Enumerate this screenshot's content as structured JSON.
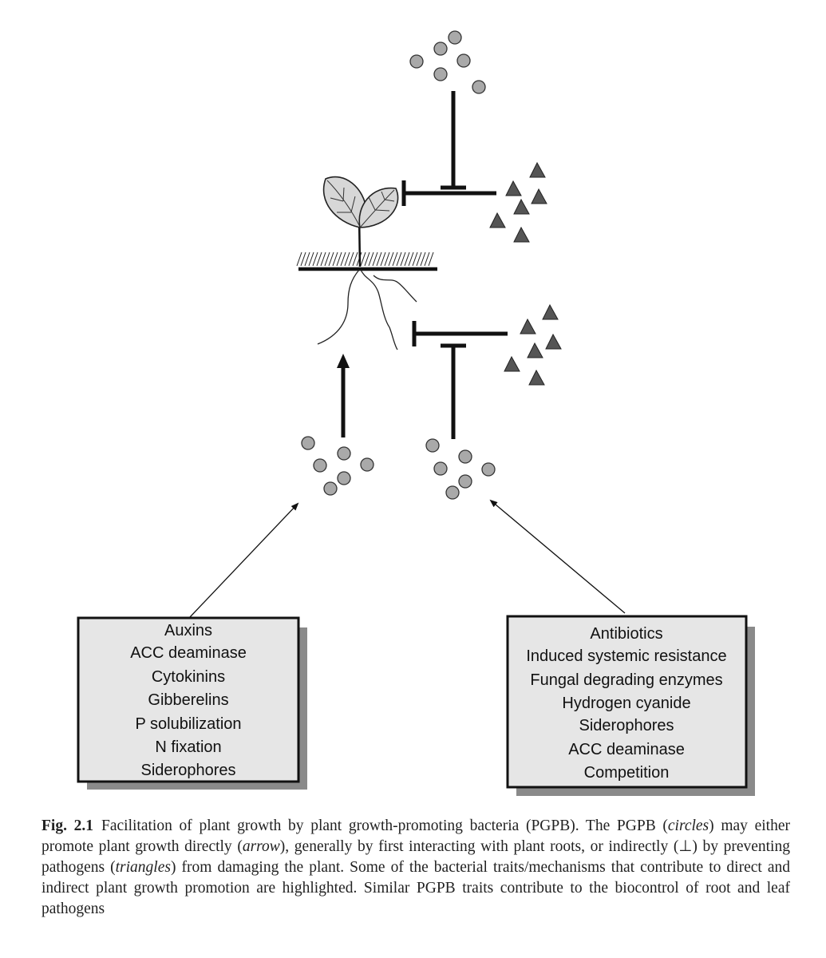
{
  "left_box": {
    "items": [
      "Auxins",
      "ACC deaminase",
      "Cytokinins",
      "Gibberelins",
      "P solubilization",
      "N fixation",
      "Siderophores"
    ]
  },
  "right_box": {
    "items": [
      "Antibiotics",
      "Induced systemic resistance",
      "Fungal degrading enzymes",
      "Hydrogen cyanide",
      "Siderophores",
      "ACC deaminase",
      "Competition"
    ]
  },
  "caption": {
    "label": "Fig. 2.1",
    "parts": [
      {
        "t": "Facilitation of plant growth by plant growth-promoting bacteria (PGPB). The PGPB (",
        "i": false
      },
      {
        "t": "circles",
        "i": true
      },
      {
        "t": ") may either promote plant growth directly (",
        "i": false
      },
      {
        "t": "arrow",
        "i": true
      },
      {
        "t": "), generally by first interacting with plant roots, or indirectly (⊥) by preventing pathogens (",
        "i": false
      },
      {
        "t": "triangles",
        "i": true
      },
      {
        "t": ") from damaging the plant. Some of the bacterial traits/mechanisms that contribute to direct and indirect plant growth promotion are highlighted. Similar PGPB traits contribute to the biocontrol of root and leaf pathogens",
        "i": false
      }
    ]
  }
}
